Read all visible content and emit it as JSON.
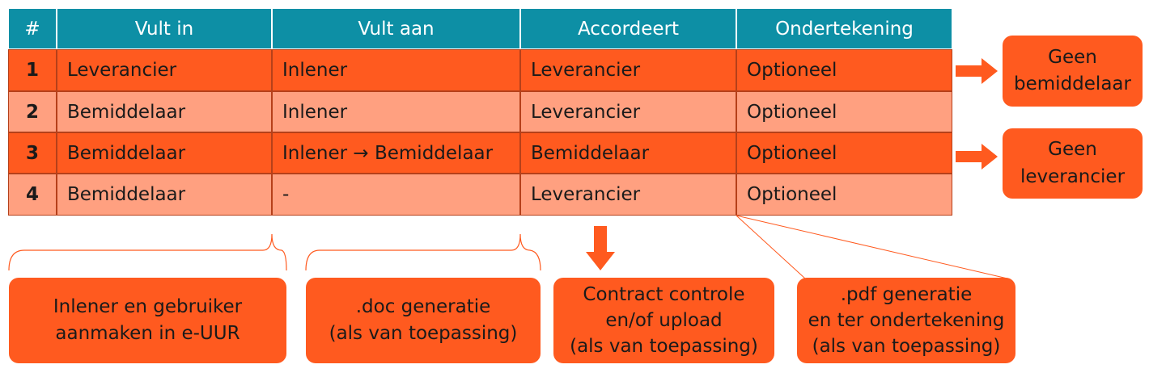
{
  "table": {
    "headers": [
      "#",
      "Vult in",
      "Vult aan",
      "Accordeert",
      "Ondertekening"
    ],
    "rows": [
      {
        "num": "1",
        "vult_in": "Leverancier",
        "vult_aan": "Inlener",
        "accordeert": "Leverancier",
        "ondertekening": "Optioneel"
      },
      {
        "num": "2",
        "vult_in": "Bemiddelaar",
        "vult_aan": "Inlener",
        "accordeert": "Leverancier",
        "ondertekening": "Optioneel"
      },
      {
        "num": "3",
        "vult_in": "Bemiddelaar",
        "vult_aan": "Inlener → Bemiddelaar",
        "accordeert": "Bemiddelaar",
        "ondertekening": "Optioneel"
      },
      {
        "num": "4",
        "vult_in": "Bemiddelaar",
        "vult_aan": "-",
        "accordeert": "Leverancier",
        "ondertekening": "Optioneel"
      }
    ]
  },
  "side_boxes": [
    {
      "line1": "Geen",
      "line2": "bemiddelaar"
    },
    {
      "line1": "Geen",
      "line2": "leverancier"
    }
  ],
  "bottom_boxes": [
    {
      "lines": [
        "Inlener en gebruiker",
        "aanmaken in e-UUR"
      ]
    },
    {
      "lines": [
        ".doc generatie",
        "(als van toepassing)"
      ]
    },
    {
      "lines": [
        "Contract controle",
        "en/of upload",
        "(als van toepassing)"
      ]
    },
    {
      "lines": [
        ".pdf generatie",
        "en ter ondertekening",
        "(als van toepassing)"
      ]
    }
  ],
  "colors": {
    "header": "#0d8fa5",
    "row_dark": "#ff5a1f",
    "row_light": "#ffa080",
    "accent": "#ff5a1f"
  }
}
